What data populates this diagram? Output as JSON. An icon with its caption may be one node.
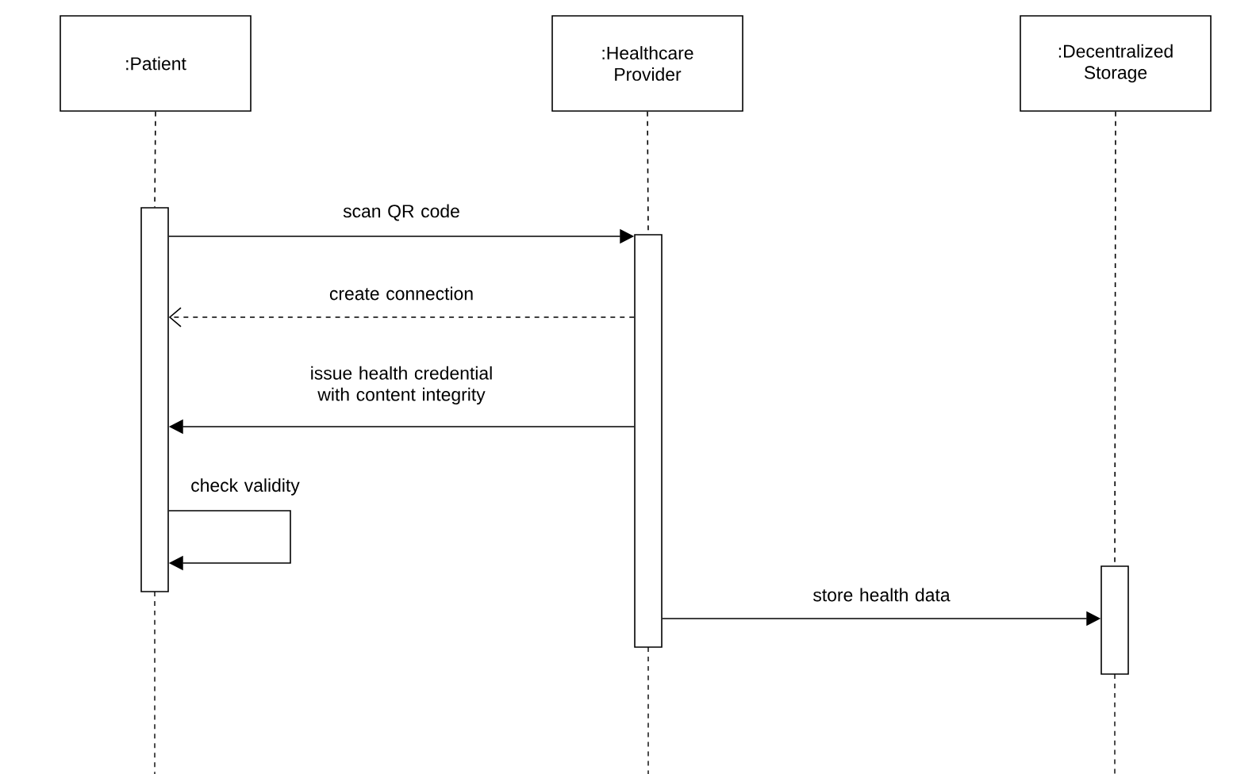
{
  "diagram": {
    "nodes": [
      {
        "text": [
          ":Patient"
        ]
      },
      {
        "text": [
          ":Healthcare Provider"
        ]
      },
      {
        "text": [
          ":Decentralized Storage"
        ]
      },
      {
        "text": [],
        "shape": "bar"
      },
      {
        "text": [],
        "shape": "bar"
      },
      {
        "text": [],
        "shape": "bar"
      }
    ],
    "edges": [
      {
        "from": 0,
        "to": 3,
        "arrow": "none",
        "style": "dashed"
      },
      {
        "from": 1,
        "to": 4,
        "arrow": "none",
        "style": "dashed"
      },
      {
        "from": 2,
        "to": 5,
        "arrow": "none",
        "style": "dashed"
      },
      {
        "from": 3,
        "to": 4,
        "arrow": "to",
        "label": "scan QR code"
      },
      {
        "from": 4,
        "to": 3,
        "arrow": "to",
        "label": "create connection",
        "style": "dashed"
      },
      {
        "from": 4,
        "to": 3,
        "arrow": "to",
        "label": "issue health credential with content integrity"
      },
      {
        "from": 3,
        "to": 3,
        "arrow": "to",
        "label": "check validity"
      },
      {
        "from": 4,
        "to": 5,
        "arrow": "to",
        "label": "store health data"
      }
    ]
  }
}
